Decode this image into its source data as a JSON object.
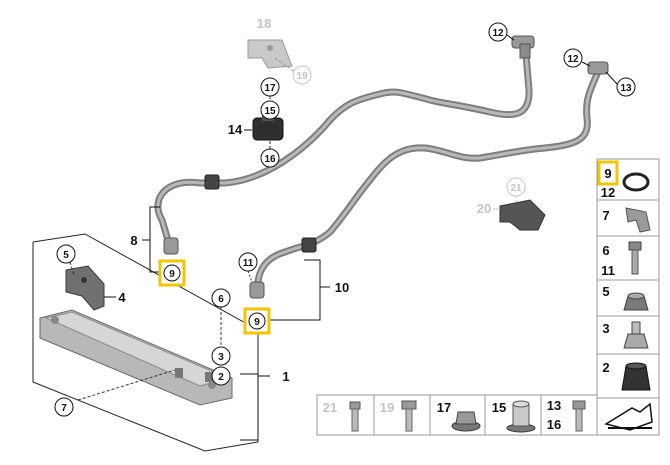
{
  "colors": {
    "highlight": "#f5c400",
    "line": "#111111",
    "muted": "#c4c4c4",
    "part": "#8a8a8a"
  },
  "callouts": {
    "c5": "5",
    "c6": "6",
    "c3": "3",
    "c2": "2",
    "c7": "7",
    "c9a": "9",
    "c9b": "9",
    "c11": "11",
    "c12a": "12",
    "c12b": "12",
    "c13": "13",
    "c15": "15",
    "c16": "16",
    "c17": "17",
    "c19": "19",
    "c21": "21"
  },
  "labels": {
    "l1": "1",
    "l4": "4",
    "l8": "8",
    "l10": "10",
    "l14": "14",
    "l18": "18",
    "l20": "20"
  },
  "legend_right": {
    "r9": "9",
    "r12": "12",
    "r7": "7",
    "r6": "6",
    "r11": "11",
    "r5": "5",
    "r3": "3",
    "r2": "2"
  },
  "legend_bottom": {
    "b21": "21",
    "b19": "19",
    "b17": "17",
    "b15": "15",
    "b13": "13",
    "b16": "16"
  }
}
